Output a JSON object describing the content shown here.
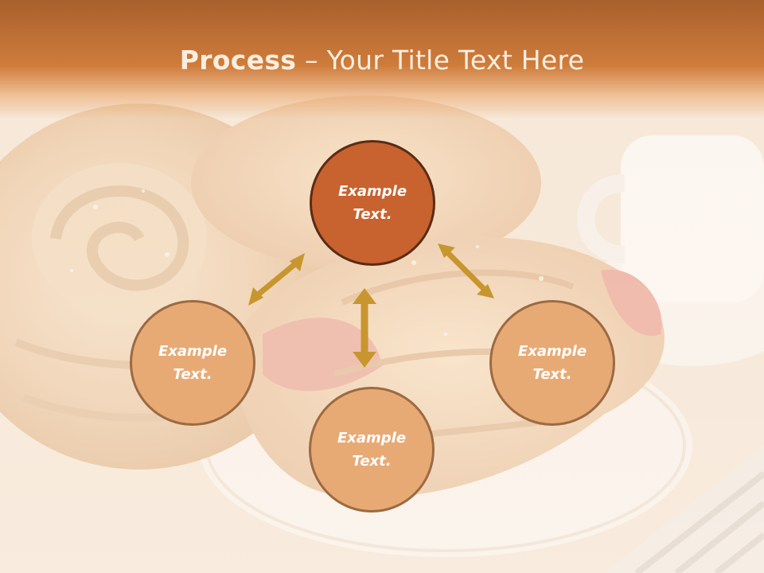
{
  "slide": {
    "title_bold": "Process",
    "title_rest": " – Your Title Text Here"
  },
  "diagram": {
    "center": {
      "line1": "Example",
      "line2": "Text."
    },
    "left": {
      "line1": "Example",
      "line2": "Text."
    },
    "bottom": {
      "line1": "Example",
      "line2": "Text."
    },
    "right": {
      "line1": "Example",
      "line2": "Text."
    }
  },
  "colors": {
    "header": "#c8763a",
    "center_circle": "#c8622f",
    "outer_circle": "#e8aa75",
    "arrow": "#c8962e"
  },
  "background_image": "pastries-on-plate-with-coffee-cup"
}
